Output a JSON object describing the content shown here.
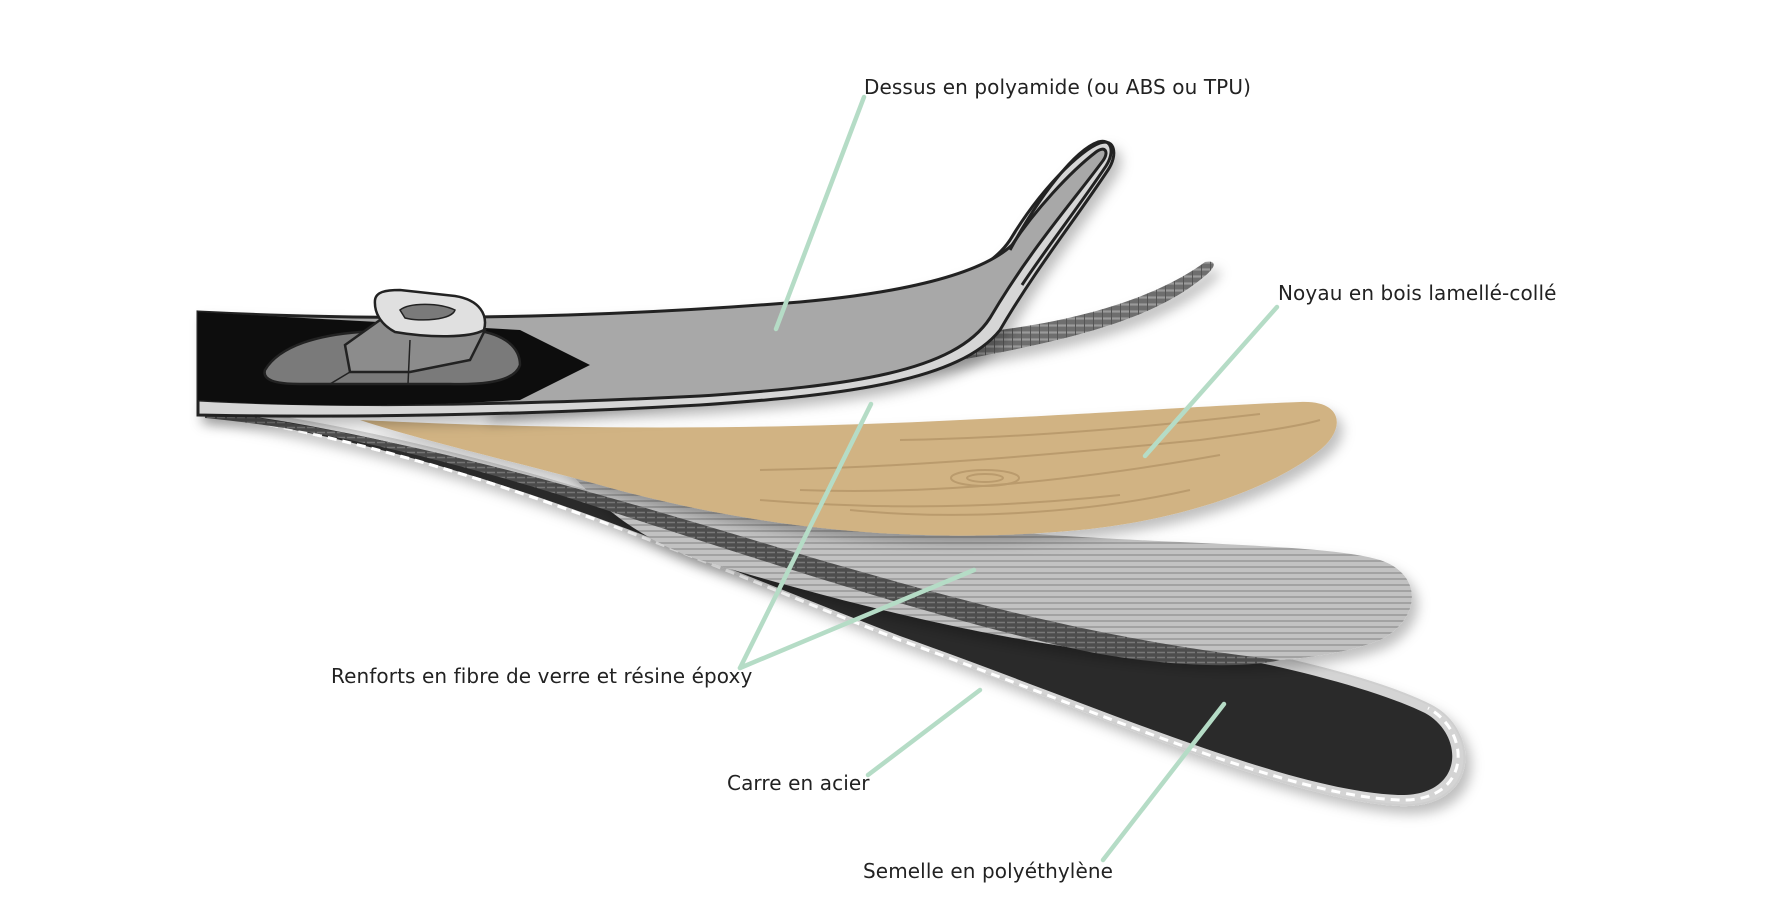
{
  "diagram": {
    "labels": {
      "top": "Dessus en polyamide (ou ABS ou TPU)",
      "core": "Noyau en bois lamellé-collé",
      "reinforcement": "Renforts en fibre de verre et résine époxy",
      "edge": "Carre en acier",
      "base": "Semelle en polyéthylène"
    },
    "colors": {
      "leader_line": "#b5dcc6",
      "top_sheet": "#a8a8a8",
      "top_sheet_rim": "#d6d6d6",
      "binding": "#111111",
      "core_wood": "#d1b383",
      "wood_grain": "#b39466",
      "mesh_dark": "#6a6a6a",
      "mesh_light": "#bdbdbd",
      "base": "#2a2a2a",
      "edge": "#d4d4d4",
      "text": "#222222"
    }
  }
}
